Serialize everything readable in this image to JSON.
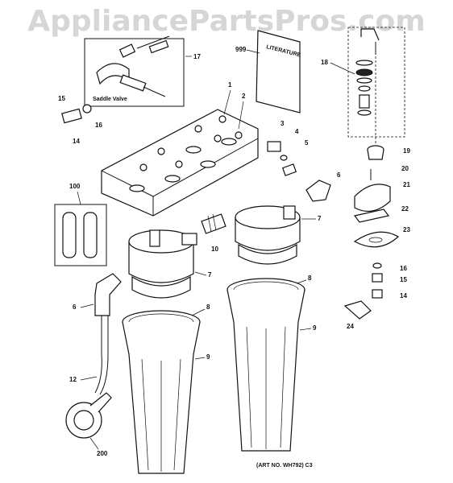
{
  "watermark": "AppliancePartsPros.com",
  "literature_text": "LITERATURE",
  "saddle_valve_caption": "Saddle Valve",
  "art_number": "(ART NO. WH792) C3",
  "callouts": {
    "c1": "1",
    "c2": "2",
    "c3": "3",
    "c4": "4",
    "c5": "5",
    "c6a": "6",
    "c6b": "6",
    "c7a": "7",
    "c7b": "7",
    "c8a": "8",
    "c8b": "8",
    "c9a": "9",
    "c9b": "9",
    "c10": "10",
    "c12": "12",
    "c14a": "14",
    "c14b": "14",
    "c15a": "15",
    "c15b": "15",
    "c16a": "16",
    "c16b": "16",
    "c17": "17",
    "c18": "18",
    "c19": "19",
    "c20": "20",
    "c21": "21",
    "c22": "22",
    "c23": "23",
    "c24": "24",
    "c100": "100",
    "c200": "200",
    "c999": "999"
  }
}
